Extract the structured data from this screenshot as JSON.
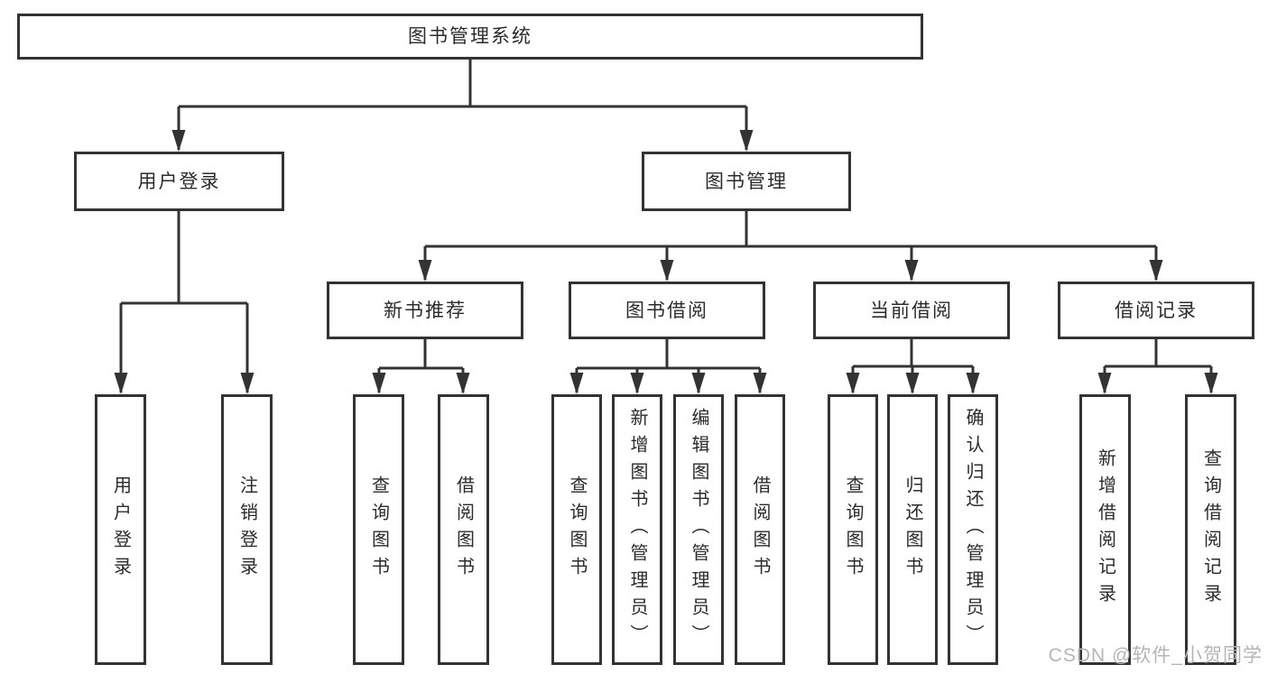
{
  "colors": {
    "line": "#333333",
    "box_border": "#333333",
    "box_fill": "#ffffff",
    "text": "#2b2b2b",
    "watermark": "#b5b5b5"
  },
  "watermark": "CSDN @软件_小贺同学",
  "tree": {
    "root": {
      "label": "图书管理系统"
    },
    "branches": {
      "user_login": {
        "label": "用户登录",
        "children": [
          {
            "label": "用户登录"
          },
          {
            "label": "注销登录"
          }
        ]
      },
      "book_mgmt": {
        "label": "图书管理",
        "sections": {
          "new_book_rec": {
            "label": "新书推荐",
            "children": [
              {
                "label": "查询图书"
              },
              {
                "label": "借阅图书"
              }
            ]
          },
          "book_borrow": {
            "label": "图书借阅",
            "children": [
              {
                "label": "查询图书"
              },
              {
                "label": "新增图书（管理员）"
              },
              {
                "label": "编辑图书（管理员）"
              },
              {
                "label": "借阅图书"
              }
            ]
          },
          "current_borrow": {
            "label": "当前借阅",
            "children": [
              {
                "label": "查询图书"
              },
              {
                "label": "归还图书"
              },
              {
                "label": "确认归还（管理员）"
              }
            ]
          },
          "borrow_records": {
            "label": "借阅记录",
            "children": [
              {
                "label": "新增借阅记录"
              },
              {
                "label": "查询借阅记录"
              }
            ]
          }
        }
      }
    }
  }
}
